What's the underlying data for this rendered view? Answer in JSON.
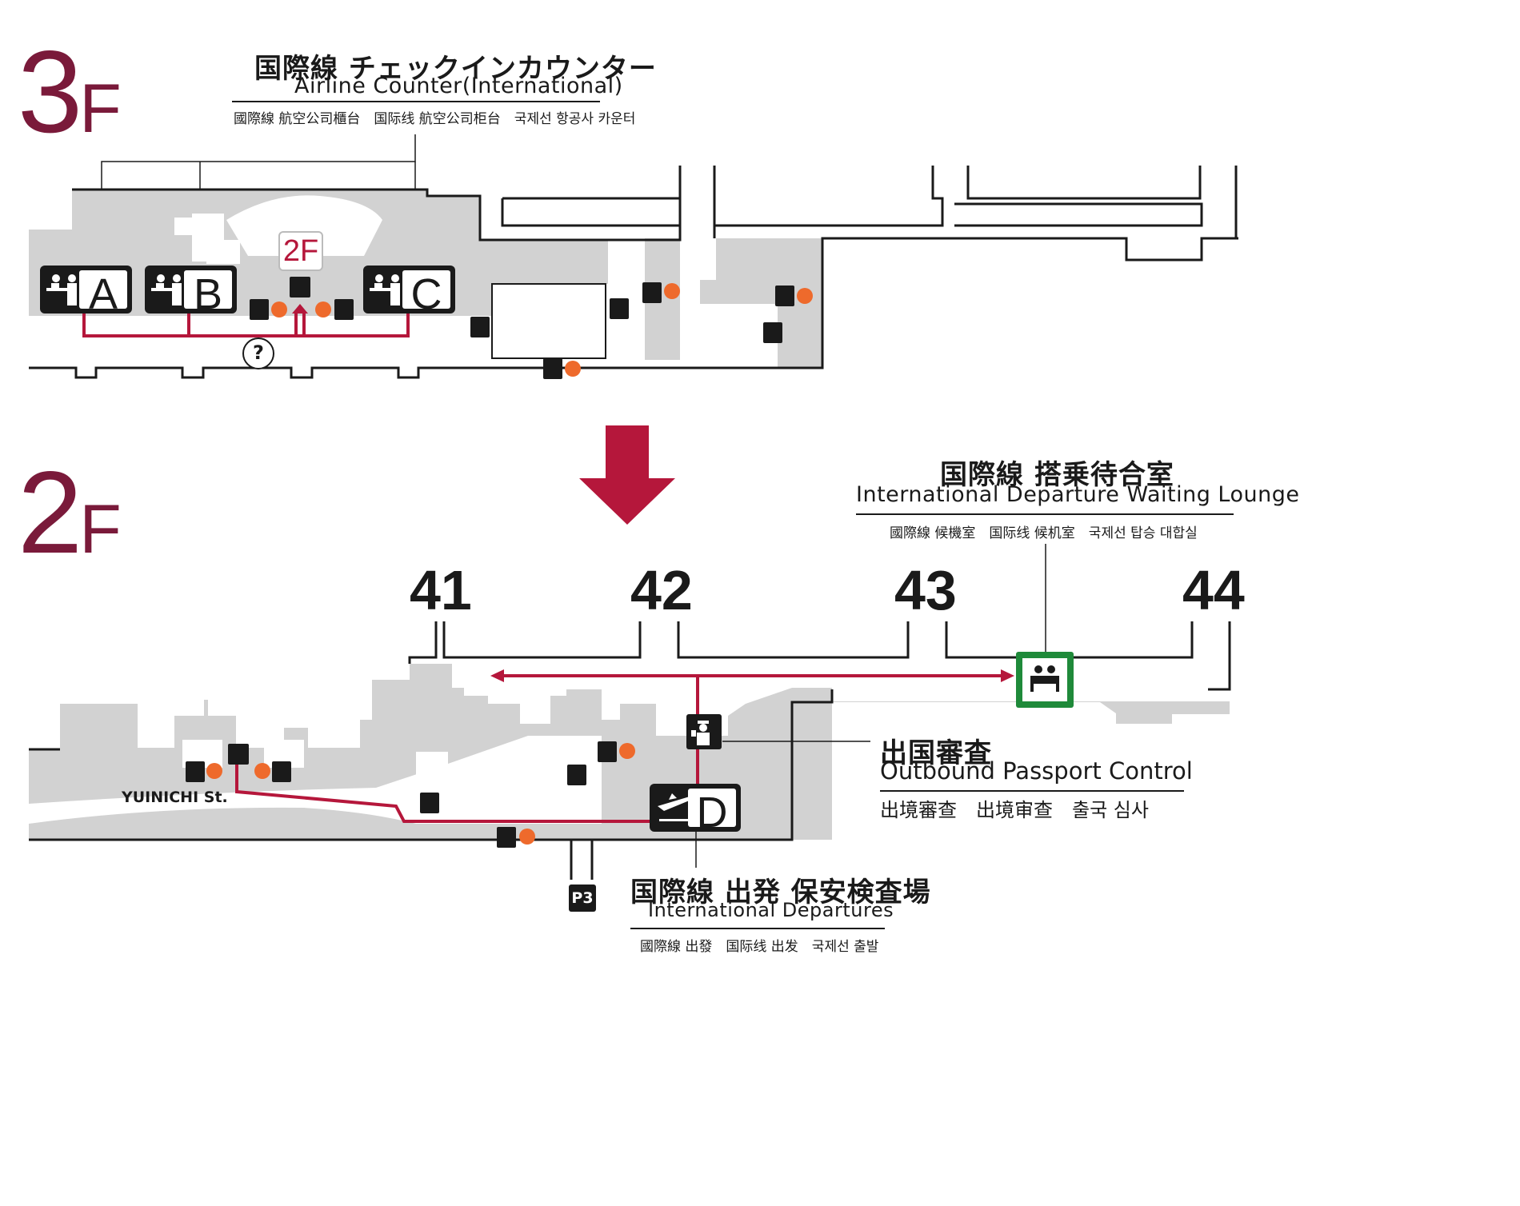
{
  "floor3": {
    "num": "3",
    "unit": "F"
  },
  "floor2": {
    "num": "2",
    "unit": "F"
  },
  "counter_title": {
    "jp": "国際線 チェックインカウンター",
    "en": "Airline Counter(International)",
    "ml": "國際線 航空公司櫃台　国际线 航空公司柜台　국제선 항공사 카운터"
  },
  "counters": [
    {
      "letter": "A"
    },
    {
      "letter": "B"
    },
    {
      "letter": "C"
    }
  ],
  "badge_2f": "2F",
  "help": "?",
  "lounge_title": {
    "jp": "国際線 搭乗待合室",
    "en": "International Departure Waiting Lounge",
    "ml": "國際線 候機室　国际线 候机室　국제선 탑승 대합실"
  },
  "gates": [
    "41",
    "42",
    "43",
    "44"
  ],
  "passport": {
    "jp": "出国審査",
    "en": "Outbound Passport Control",
    "ml": "出境審查　出境审查　출국 심사"
  },
  "departures": {
    "jp": "国際線 出発 保安検査場",
    "en": "International Departures",
    "ml": "國際線 出發　国际线 出发　국제선 출발"
  },
  "departures_letter": "D",
  "street": "YUINICHI St.",
  "parking": "P3",
  "colors": {
    "route": "#b5173b",
    "floor_label": "#7a1a3a",
    "area": "#d2d2d2",
    "dot": "#ee6a2c",
    "lounge": "#1f8a3a"
  },
  "icons": [
    "counter-staff-icon",
    "elevator-icon",
    "escalator-icon",
    "stairs-icon",
    "lounge-icon",
    "passport-officer-icon",
    "departure-plane-icon",
    "information-icon"
  ]
}
